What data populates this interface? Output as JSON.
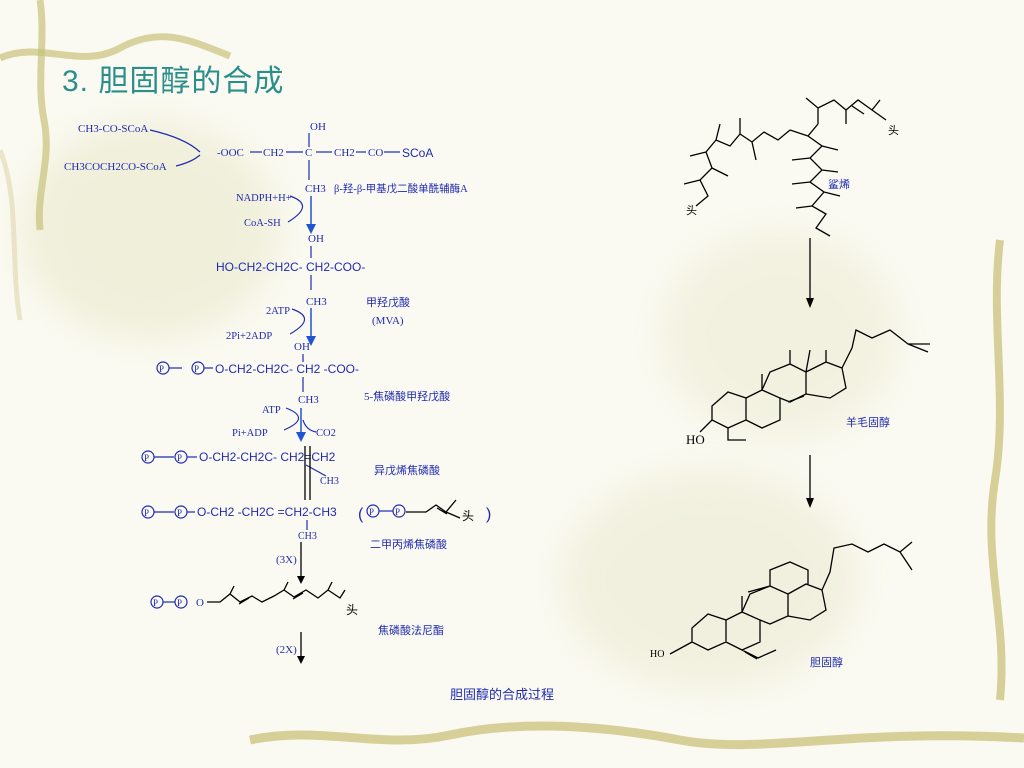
{
  "title": "3. 胆固醇的合成",
  "caption": "胆固醇的合成过程",
  "pathway": {
    "acetyl_coa": "CH3-CO-SCoA",
    "acetoacetyl_coa": "CH3COCH2CO-SCoA",
    "hmg_left": "-OOC",
    "hmg_ch2a": "CH2",
    "hmg_c": "C",
    "hmg_ch2b": "CH2",
    "hmg_co": "CO",
    "hmg_scoa": "SCoA",
    "oh": "OH",
    "ch3": "CH3",
    "hmg_name": "β-羟-β-甲基戊二酸单酰辅酶A",
    "nadph": "NADPH+H+",
    "coash": "CoA-SH",
    "mva_chain": "HO-CH2-CH2C- CH2-COO-",
    "mva_name": "甲羟戊酸",
    "mva_abbr": "(MVA)",
    "atp2": "2ATP",
    "adp2": "2Pi+2ADP",
    "pp_mva_chain": "O-CH2-CH2C- CH2 -COO-",
    "pp_mva_name": "5-焦磷酸甲羟戊酸",
    "atp": "ATP",
    "adp": "Pi+ADP",
    "co2": "CO2",
    "ipp_chain": "O-CH2-CH2C- CH2=CH2",
    "ipp_name": "异戊烯焦磷酸",
    "dmapp_chain": "O-CH2 -CH2C =CH2-CH3",
    "dmapp_name": "二甲丙烯焦磷酸",
    "times3": "(3X)",
    "fpp_name": "焦磷酸法尼酯",
    "times2": "(2X)",
    "p_label": "P",
    "o_label": "O",
    "head": "头"
  },
  "steroids": {
    "squalene": "鲨烯",
    "lanosterol": "羊毛固醇",
    "cholesterol": "胆固醇",
    "ho_lanosterol": "HO",
    "ho_cholesterol": "HO",
    "head": "头"
  }
}
